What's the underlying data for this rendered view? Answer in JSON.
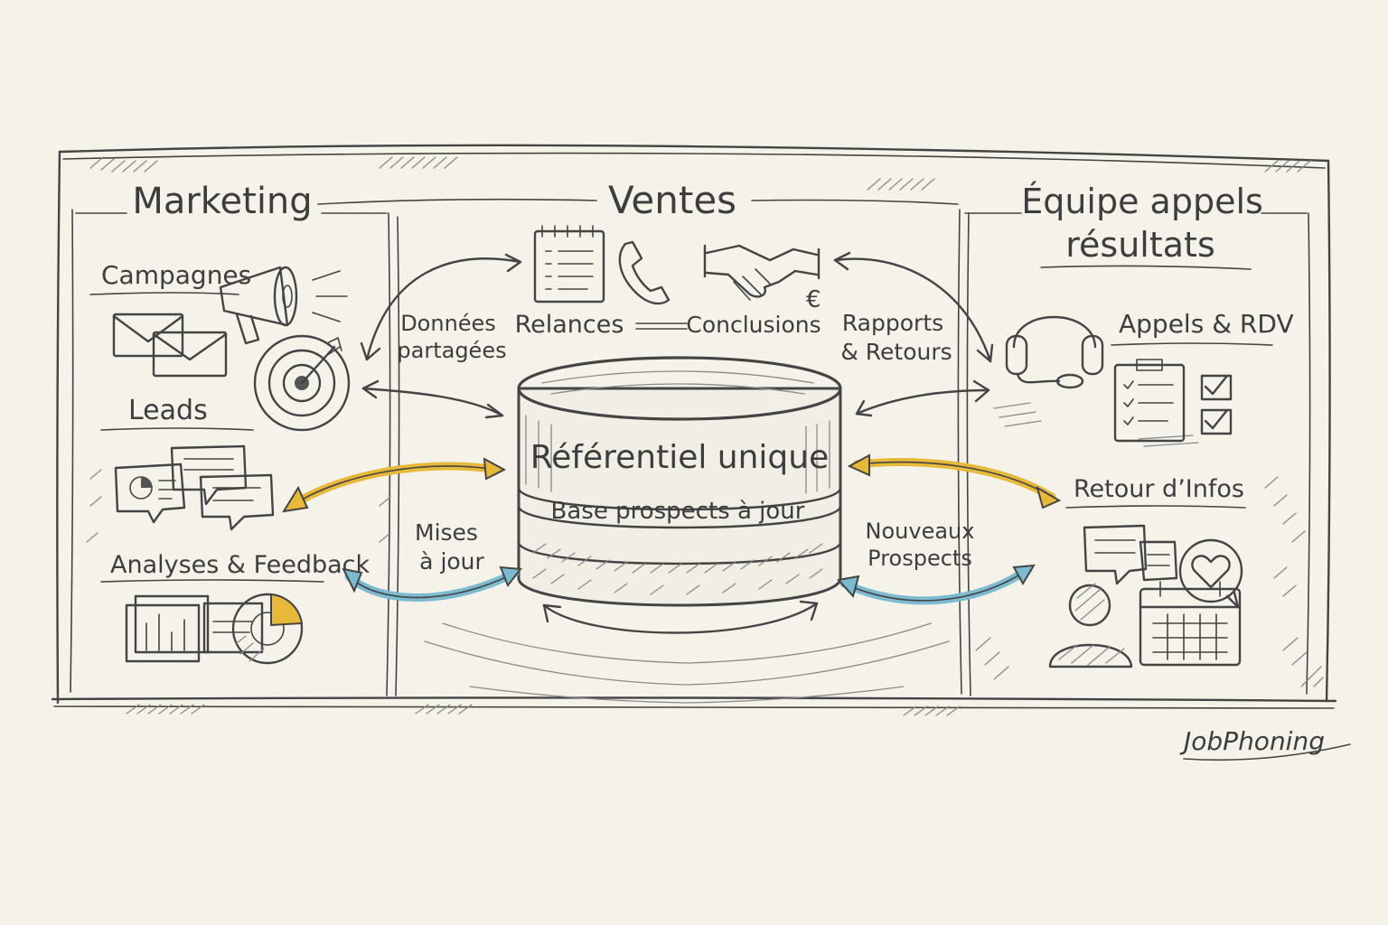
{
  "sections": {
    "marketing": {
      "title": "Marketing",
      "items": [
        "Campagnes",
        "Leads",
        "Analyses & Feedback"
      ]
    },
    "ventes": {
      "title": "Ventes",
      "items": [
        "Relances",
        "Conclusions"
      ]
    },
    "equipe": {
      "title_line1": "Équipe appels",
      "title_line2": "résultats",
      "items": [
        "Appels & RDV",
        "Retour d’Infos"
      ]
    }
  },
  "center": {
    "title": "Référentiel unique",
    "subtitle": "Base prospects à jour"
  },
  "flows": {
    "donnees_line1": "Données",
    "donnees_line2": "partagées",
    "rapports_line1": "Rapports",
    "rapports_line2": "& Retours",
    "mises_line1": "Mises",
    "mises_line2": "à jour",
    "nouveaux_line1": "Nouveaux",
    "nouveaux_line2": "Prospects"
  },
  "icons": {
    "euro_symbol": "€"
  },
  "brand": "JobPhoning",
  "colors": {
    "ink": "#444444",
    "paper": "#f5f2ea",
    "accent_yellow": "#e8b83a",
    "accent_blue": "#7bbad0"
  }
}
